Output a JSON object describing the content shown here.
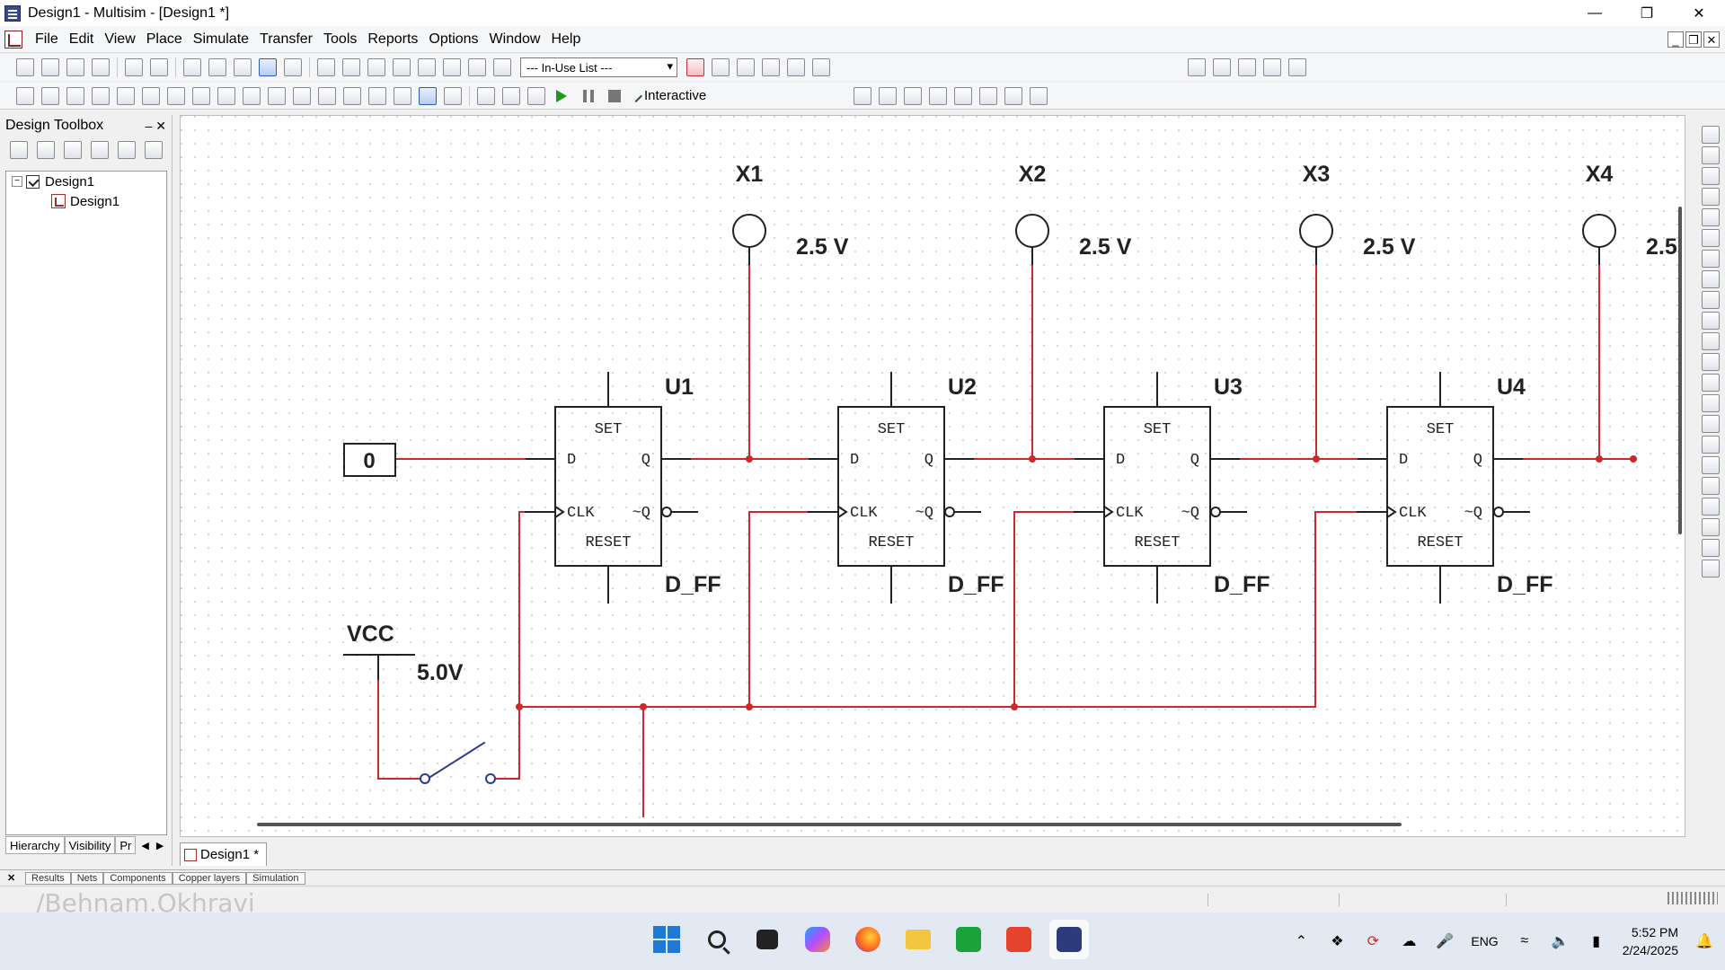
{
  "window": {
    "title": "Design1 - Multisim - [Design1 *]"
  },
  "menu": [
    {
      "label": "File",
      "key": "F",
      "rest": "ile"
    },
    {
      "label": "Edit",
      "key": "E",
      "rest": "dit"
    },
    {
      "label": "View",
      "key": "V",
      "rest": "iew"
    },
    {
      "label": "Place",
      "key": "P",
      "rest": "lace"
    },
    {
      "label": "Simulate",
      "key": "S",
      "rest": "imulate"
    },
    {
      "label": "Transfer",
      "key": "n",
      "rest": ""
    },
    {
      "label": "Tools",
      "key": "T",
      "rest": "ools"
    },
    {
      "label": "Reports",
      "key": "R",
      "rest": "eports"
    },
    {
      "label": "Options",
      "key": "O",
      "rest": "ptions"
    },
    {
      "label": "Window",
      "key": "W",
      "rest": "indow"
    },
    {
      "label": "Help",
      "key": "H",
      "rest": "elp"
    }
  ],
  "toolbar": {
    "inuse_list": "--- In-Use List ---",
    "interactive": "Interactive"
  },
  "toolbox": {
    "title": "Design Toolbox",
    "tree": {
      "root": "Design1",
      "child": "Design1"
    },
    "tabs": [
      "Hierarchy",
      "Visibility",
      "Pr"
    ]
  },
  "doc_tab": "Design1 *",
  "spreadsheet_tabs": [
    "Results",
    "Nets",
    "Components",
    "Copper layers",
    "Simulation"
  ],
  "watermark": "/Behnam.Okhravi",
  "schematic": {
    "probes": [
      {
        "name": "X1",
        "voltage": "2.5 V"
      },
      {
        "name": "X2",
        "voltage": "2.5 V"
      },
      {
        "name": "X3",
        "voltage": "2.5 V"
      },
      {
        "name": "X4",
        "voltage": "2.5"
      }
    ],
    "flipflops": [
      {
        "ref": "U1",
        "type": "D_FF"
      },
      {
        "ref": "U2",
        "type": "D_FF"
      },
      {
        "ref": "U3",
        "type": "D_FF"
      },
      {
        "ref": "U4",
        "type": "D_FF"
      }
    ],
    "pins": {
      "set": "SET",
      "d": "D",
      "q": "Q",
      "clk": "CLK",
      "nq": "~Q",
      "reset": "RESET"
    },
    "input_value": "0",
    "vcc_label": "VCC",
    "vcc_voltage": "5.0V",
    "wire_color": "#cc2a2a"
  },
  "taskbar": {
    "language": "ENG",
    "time": "5:52 PM",
    "date": "2/24/2025"
  }
}
